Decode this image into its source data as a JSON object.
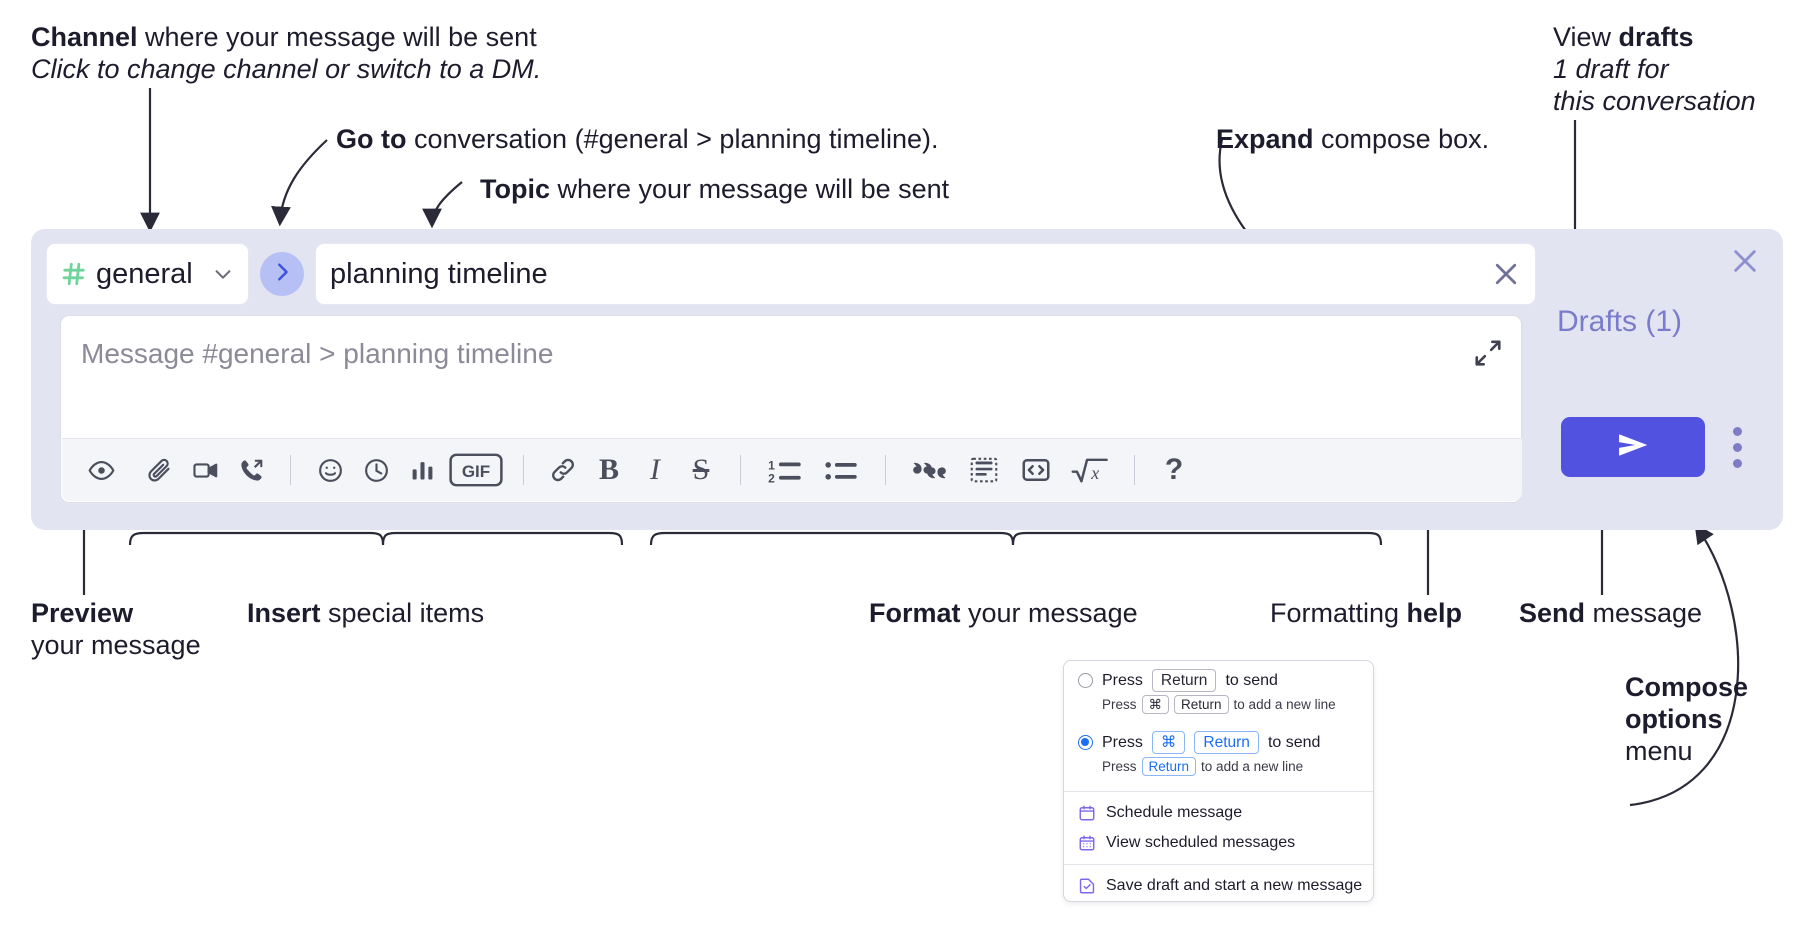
{
  "annotations": {
    "channel": {
      "bold": "Channel",
      "rest": " where your message will be sent",
      "italic": "Click to change channel or switch to a DM."
    },
    "goto": {
      "bold": "Go to",
      "rest": " conversation (#general > planning timeline)."
    },
    "topic": {
      "bold": "Topic",
      "rest": " where your message will be sent"
    },
    "expand": {
      "bold": "Expand",
      "rest": " compose box."
    },
    "drafts": {
      "plain": "View ",
      "bold": "drafts",
      "italic_line1": "1 draft for",
      "italic_line2": "this conversation"
    },
    "preview": {
      "bold": "Preview",
      "line2": "your message"
    },
    "insert": {
      "bold": "Insert",
      "rest": " special items"
    },
    "format": {
      "bold": "Format",
      "rest": " your message"
    },
    "formatting_help": {
      "plain": "Formatting ",
      "bold": "help"
    },
    "send": {
      "bold": "Send",
      "rest": " message"
    },
    "compose_options": {
      "line1": "Compose",
      "line2": "options",
      "line3": "menu"
    }
  },
  "compose": {
    "channel_name": "general",
    "channel_icon": "hash-icon",
    "channel_chevron": "chevron-down-icon",
    "goto_icon": "chevron-right-icon",
    "topic_value": "planning timeline",
    "topic_clear_icon": "close-icon",
    "message_placeholder": "Message #general > planning timeline",
    "expand_icon": "expand-icon",
    "drafts_label": "Drafts (1)",
    "send_icon": "send-icon",
    "kebab_icon": "more-vertical-icon",
    "panel_close_icon": "close-icon",
    "colors": {
      "panel_bg": "#e3e4f2",
      "send_button": "#5252e0",
      "drafts_text": "#7a7ccb",
      "hash_green": "#6fd39b",
      "goto_circle": "#b6c0f4"
    },
    "toolbar": [
      {
        "name": "preview-icon",
        "label": "Preview"
      },
      {
        "name": "attachment-icon",
        "label": "Attach file"
      },
      {
        "name": "video-camera-icon",
        "label": "Record video clip"
      },
      {
        "name": "phone-forward-icon",
        "label": "Record audio clip"
      },
      {
        "name": "separator",
        "label": ""
      },
      {
        "name": "emoji-icon",
        "label": "Emoji"
      },
      {
        "name": "clock-icon",
        "label": "Slash / reminder"
      },
      {
        "name": "bar-chart-icon",
        "label": "Poll"
      },
      {
        "name": "gif-icon",
        "label": "GIF"
      },
      {
        "name": "separator",
        "label": ""
      },
      {
        "name": "link-icon",
        "label": "Link"
      },
      {
        "name": "bold-icon",
        "label": "B"
      },
      {
        "name": "italic-icon",
        "label": "I"
      },
      {
        "name": "strikethrough-icon",
        "label": "S"
      },
      {
        "name": "separator",
        "label": ""
      },
      {
        "name": "ordered-list-icon",
        "label": "Ordered list"
      },
      {
        "name": "bulleted-list-icon",
        "label": "Bulleted list"
      },
      {
        "name": "separator",
        "label": ""
      },
      {
        "name": "blockquote-icon",
        "label": "Blockquote"
      },
      {
        "name": "code-block-icon",
        "label": "Code block"
      },
      {
        "name": "inline-code-icon",
        "label": "Code"
      },
      {
        "name": "math-icon",
        "label": "Math"
      },
      {
        "name": "separator",
        "label": ""
      },
      {
        "name": "help-icon",
        "label": "?"
      }
    ],
    "gif_label": "GIF",
    "bold_label": "B",
    "italic_label": "I",
    "strike_label": "S",
    "help_label": "?"
  },
  "menu": {
    "option1": {
      "pre": "Press",
      "key": "Return",
      "post": "to send",
      "sub_pre": "Press",
      "sub_key1": "⌘",
      "sub_key2": "Return",
      "sub_post": "to add a new line",
      "selected": false
    },
    "option2": {
      "pre": "Press",
      "key1": "⌘",
      "key2": "Return",
      "post": "to send",
      "sub_pre": "Press",
      "sub_key": "Return",
      "sub_post": "to add a new line",
      "selected": true
    },
    "items": [
      {
        "icon": "calendar-icon",
        "label": "Schedule message"
      },
      {
        "icon": "calendar-grid-icon",
        "label": "View scheduled messages"
      },
      {
        "icon": "save-draft-icon",
        "label": "Save draft and start a new message"
      }
    ]
  }
}
